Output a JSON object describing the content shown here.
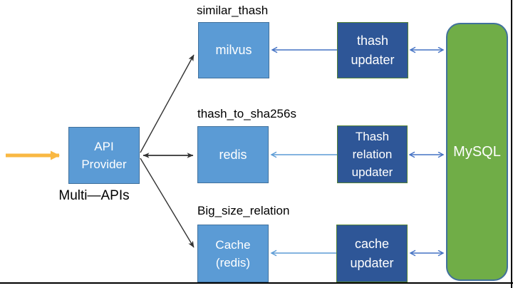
{
  "colors": {
    "light_blue_fill": "#5B9BD5",
    "light_blue_border": "#41719C",
    "dark_blue_fill": "#2E5697",
    "dark_blue_border": "#538135",
    "mysql_green_fill": "#70AD47",
    "mysql_border": "#41719C",
    "orange_arrow": "#F9B843",
    "black_arrow": "#333333",
    "blue_arrow": "#4472C4",
    "light_blue_arrow": "#5B9BD5"
  },
  "labels": {
    "similar_thash": "similar_thash",
    "thash_to_sha256s": "thash_to_sha256s",
    "big_size_relation": "Big_size_relation",
    "api_caption": "Multi—APIs"
  },
  "nodes": {
    "api_provider": {
      "lines": [
        "API",
        "Provider"
      ]
    },
    "milvus": {
      "label": "milvus"
    },
    "redis": {
      "label": "redis"
    },
    "cache_redis": {
      "lines": [
        "Cache",
        "(redis)"
      ]
    },
    "thash_updater": {
      "lines": [
        "thash",
        "updater"
      ]
    },
    "thash_relation_updater": {
      "lines": [
        "Thash",
        "relation",
        "updater"
      ]
    },
    "cache_updater": {
      "lines": [
        "cache",
        "updater"
      ]
    },
    "mysql": {
      "label": "MySQL"
    }
  }
}
